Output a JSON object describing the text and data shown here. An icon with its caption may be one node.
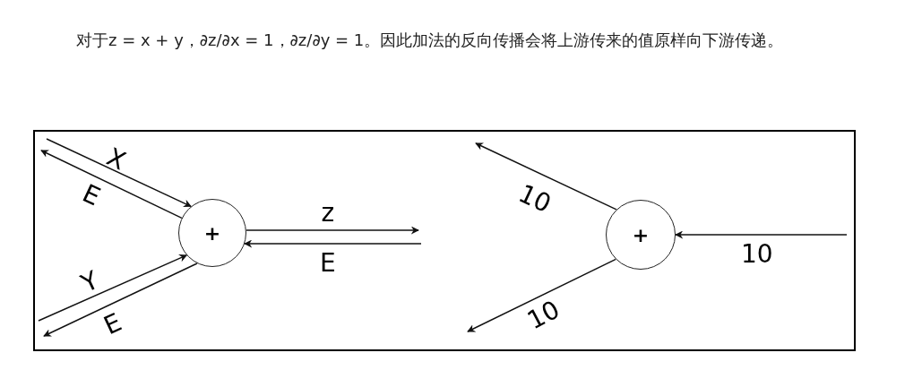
{
  "diagram": {
    "nodes": [
      {
        "text": [
          "+"
        ]
      },
      {
        "text": [
          "+"
        ]
      }
    ],
    "edges": [
      {
        "from": null,
        "to": 0,
        "arrow": "to",
        "label": "X"
      },
      {
        "from": 0,
        "to": null,
        "arrow": "to",
        "label": "E"
      },
      {
        "from": null,
        "to": 0,
        "arrow": "to",
        "label": "Y"
      },
      {
        "from": 0,
        "to": null,
        "arrow": "to",
        "label": "E"
      },
      {
        "from": 0,
        "to": null,
        "arrow": "to",
        "label": "z"
      },
      {
        "from": null,
        "to": 0,
        "arrow": "to",
        "label": "E"
      },
      {
        "from": null,
        "to": 1,
        "arrow": "to",
        "label": "10"
      },
      {
        "from": 1,
        "to": null,
        "arrow": "to",
        "label": "10"
      },
      {
        "from": 1,
        "to": null,
        "arrow": "to",
        "label": "10"
      }
    ],
    "labels": [
      "对于z = x + y，∂z/∂x = 1，∂z/∂y = 1。因此加法的反向传播会将上游传来的值原样向下游传递。"
    ]
  }
}
